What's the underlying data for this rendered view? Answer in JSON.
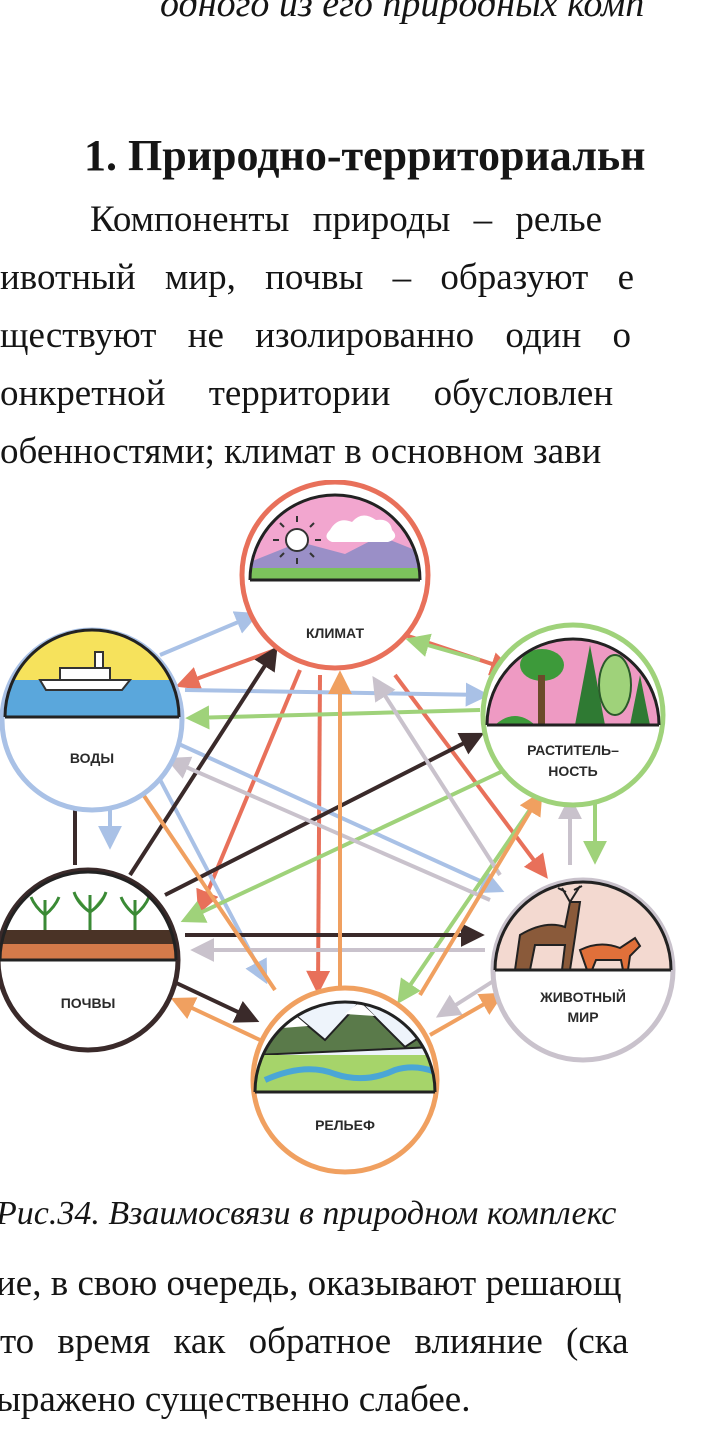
{
  "page": {
    "top_fragment": "одного из его природных комп",
    "heading": "1. Природно-территориальн",
    "paragraph_lines": [
      "Компоненты природы – релье",
      "ивотный мир, почвы – образуют е",
      "ществуют не изолированно один о",
      "онкретной территории обусловлен",
      "обенностями; климат в основном зави"
    ],
    "caption": "Рис.34. Взаимосвязи в природном комплекс",
    "bottom_lines": [
      "ие, в свою очередь, оказывают решающ",
      "то время как обратное влияние (ска",
      "ыражено существенно слабее."
    ]
  },
  "figure": {
    "components": {
      "climate": "КЛИМАТ",
      "water": "ВОДЫ",
      "vegetation_1": "РАСТИТЕЛЬ–",
      "vegetation_2": "НОСТЬ",
      "soil": "ПОЧВЫ",
      "animal_1": "ЖИВОТНЫЙ",
      "animal_2": "МИР",
      "relief": "РЕЛЬЕФ"
    },
    "colors": {
      "climate": "#e8705a",
      "water": "#a9c1e6",
      "vegetation": "#9fd27a",
      "soil": "#3a2a2a",
      "animal": "#c9c2cc",
      "relief": "#f0a060"
    },
    "icons": [
      "sun-icon",
      "ship-icon",
      "trees-icon",
      "sprouts-icon",
      "deer-icon",
      "mountain-icon"
    ]
  }
}
